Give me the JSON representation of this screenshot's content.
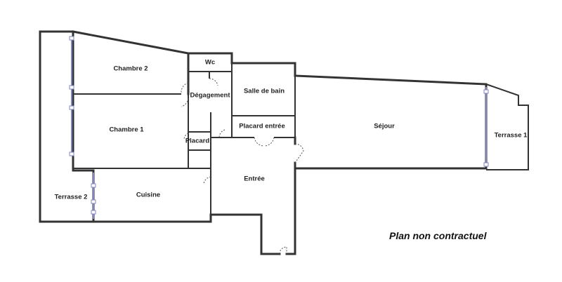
{
  "rooms": {
    "chambre2": "Chambre 2",
    "wc": "Wc",
    "salle_de_bain": "Salle de bain",
    "degagement": "Dégagement",
    "chambre1": "Chambre 1",
    "placard": "Placard",
    "placard_entree": "Placard entrée",
    "sejour": "Séjour",
    "terrasse1": "Terrasse 1",
    "terrasse2": "Terrasse 2",
    "cuisine": "Cuisine",
    "entree": "Entrée"
  },
  "notice": "Plan non contractuel",
  "colors": {
    "wall": "#333333",
    "window": "#7f86c2"
  }
}
